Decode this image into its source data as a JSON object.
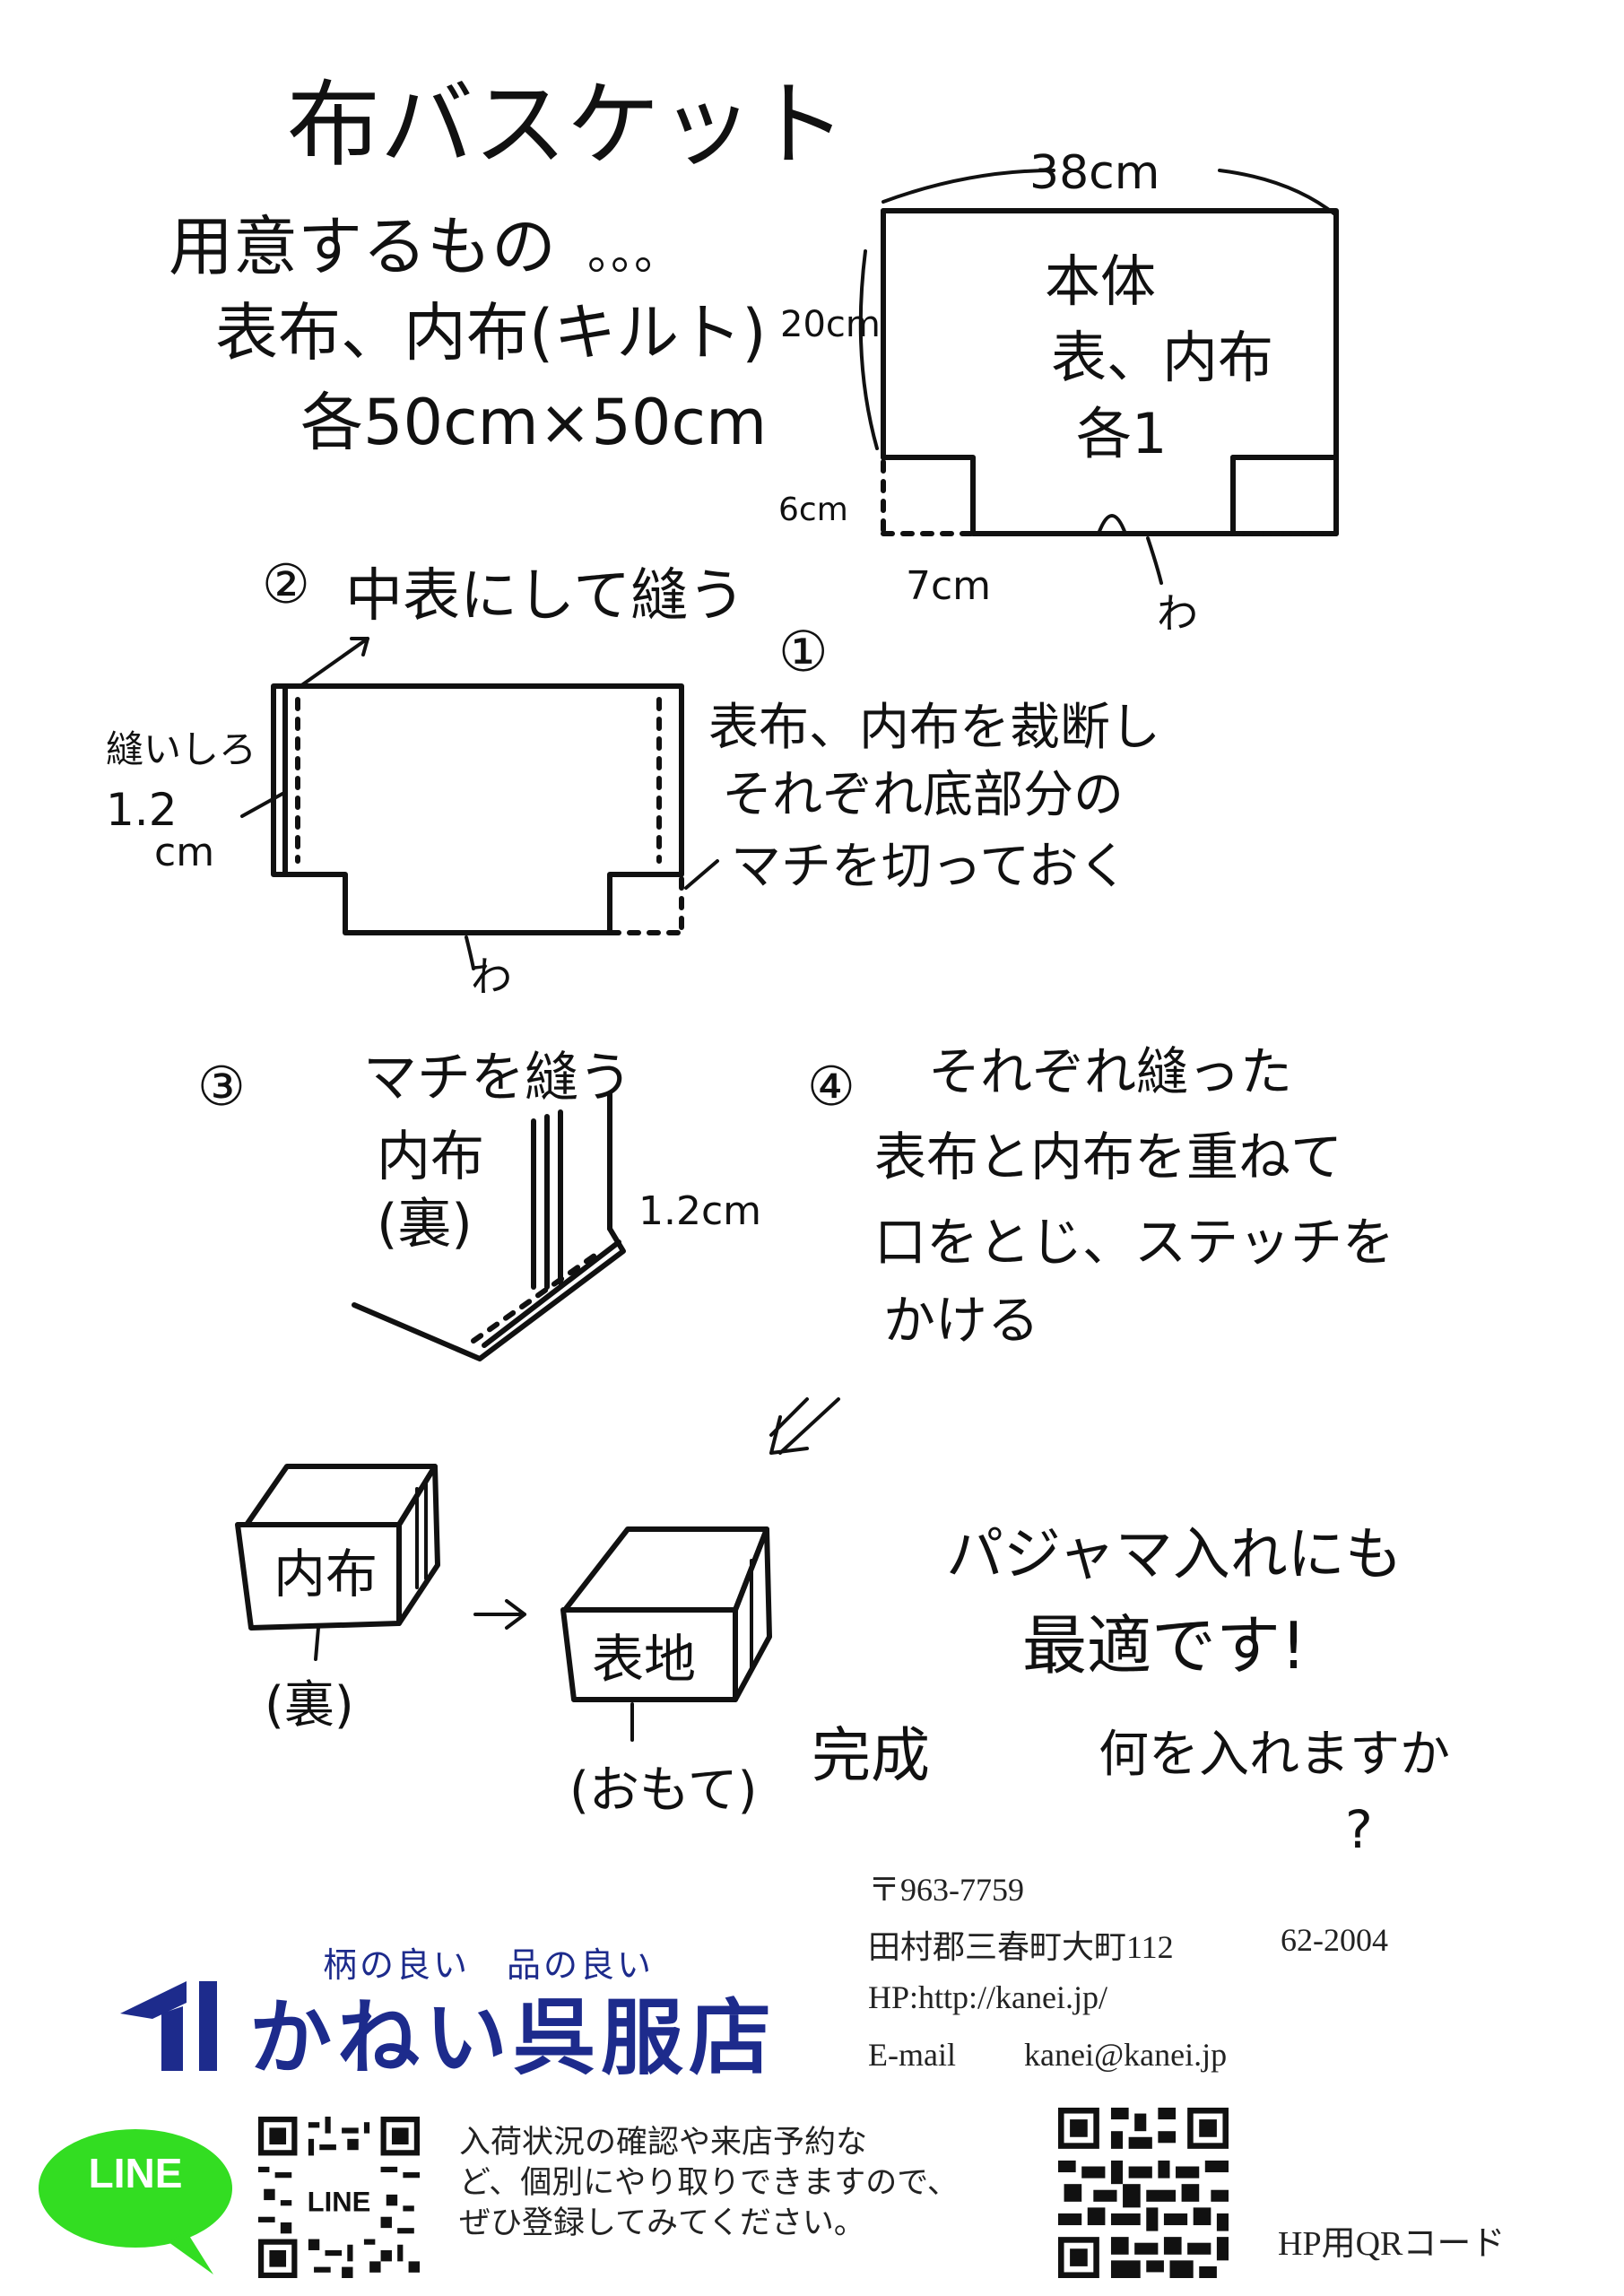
{
  "title": "布バスケット",
  "materials": {
    "heading": "用意するもの",
    "dots": "。。。",
    "line1": "表布、内布(キルト)",
    "line2": "各50cm×50cm"
  },
  "pattern": {
    "width": "38cm",
    "height": "20cm",
    "label1": "本体",
    "label2": "表、内布",
    "label3": "各1",
    "notch_height": "6cm",
    "notch_width": "7cm",
    "fold": "わ"
  },
  "step2": {
    "number": "②",
    "text": "中表にして縫う",
    "seam1": "縫いしろ",
    "seam2": "1.2",
    "seam3": "cm",
    "fold": "わ"
  },
  "step1": {
    "number": "①",
    "line1": "表布、内布を裁断し",
    "line2": "それぞれ底部分の",
    "line3": "マチを切っておく"
  },
  "step3": {
    "number": "③",
    "text": "マチを縫う",
    "label1": "内布",
    "label2": "(裏)",
    "measure": "1.2cm"
  },
  "step4": {
    "number": "④",
    "line1": "それぞれ縫った",
    "line2": "表布と内布を重ねて",
    "line3": "口をとじ、ステッチを",
    "line4": "かける"
  },
  "final": {
    "inner_label": "内布",
    "inner_side": "(裏)",
    "outer_label": "表地",
    "outer_side": "(おもて)",
    "done": "完成",
    "comment1": "パジャマ入れにも",
    "comment2": "最適です!",
    "question": "何を入れますか",
    "question_mark": "?"
  },
  "footer": {
    "postal": "〒963-7759",
    "address": "田村郡三春町大町112",
    "phone": "62-2004",
    "hp": "HP:http://kanei.jp/",
    "email_label": "E-mail",
    "email": "kanei@kanei.jp",
    "tagline": "柄の良い　品の良い",
    "shop_name": "かねい呉服店",
    "line_badge": "LINE",
    "line_qr_label": "LINE",
    "line_desc1": "入荷状況の確認や来店予約な",
    "line_desc2": "ど、個別にやり取りできますので、",
    "line_desc3": "ぜひ登録してみてください。",
    "hp_qr_label": "HP用QRコード"
  },
  "colors": {
    "brand": "#1d2b8c",
    "line_green": "#33dd22"
  }
}
